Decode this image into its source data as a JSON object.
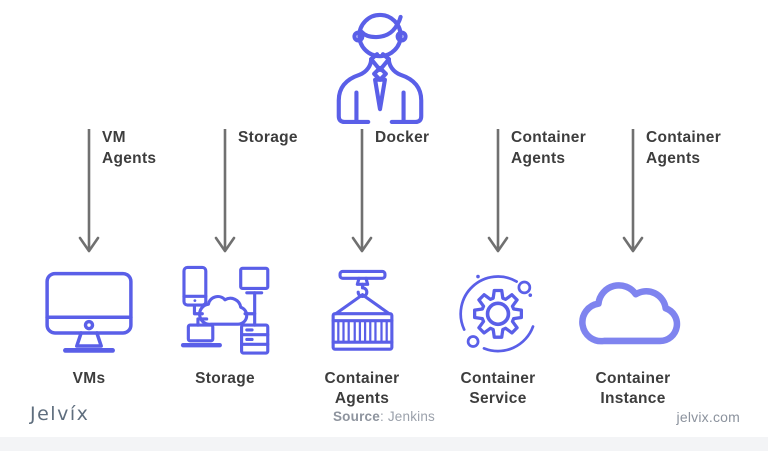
{
  "diagram": {
    "person_icon": "businessman-icon",
    "columns": [
      {
        "icon": "monitor-icon",
        "arrow_line1": "VM",
        "arrow_line2": "Agents",
        "caption_line1": "VMs",
        "caption_line2": ""
      },
      {
        "icon": "cloud-network-icon",
        "arrow_line1": "Storage",
        "arrow_line2": "",
        "caption_line1": "Storage",
        "caption_line2": ""
      },
      {
        "icon": "container-crane-icon",
        "arrow_line1": "Docker",
        "arrow_line2": "",
        "caption_line1": "Container",
        "caption_line2": "Agents"
      },
      {
        "icon": "gear-orbit-icon",
        "arrow_line1": "Container",
        "arrow_line2": "Agents",
        "caption_line1": "Container",
        "caption_line2": "Service"
      },
      {
        "icon": "cloud-icon",
        "arrow_line1": "Container",
        "arrow_line2": "Agents",
        "caption_line1": "Container",
        "caption_line2": "Instance"
      }
    ]
  },
  "footer": {
    "logo": "Jelvíx",
    "source_label": "Source",
    "source_rest": ": Jenkins",
    "website": "jelvix.com"
  },
  "colors": {
    "accent": "#5a5fe8",
    "cloud_accent": "#7f84ef",
    "arrow": "#707070",
    "label": "#3d3d3d",
    "footer_text": "#8b929d"
  }
}
